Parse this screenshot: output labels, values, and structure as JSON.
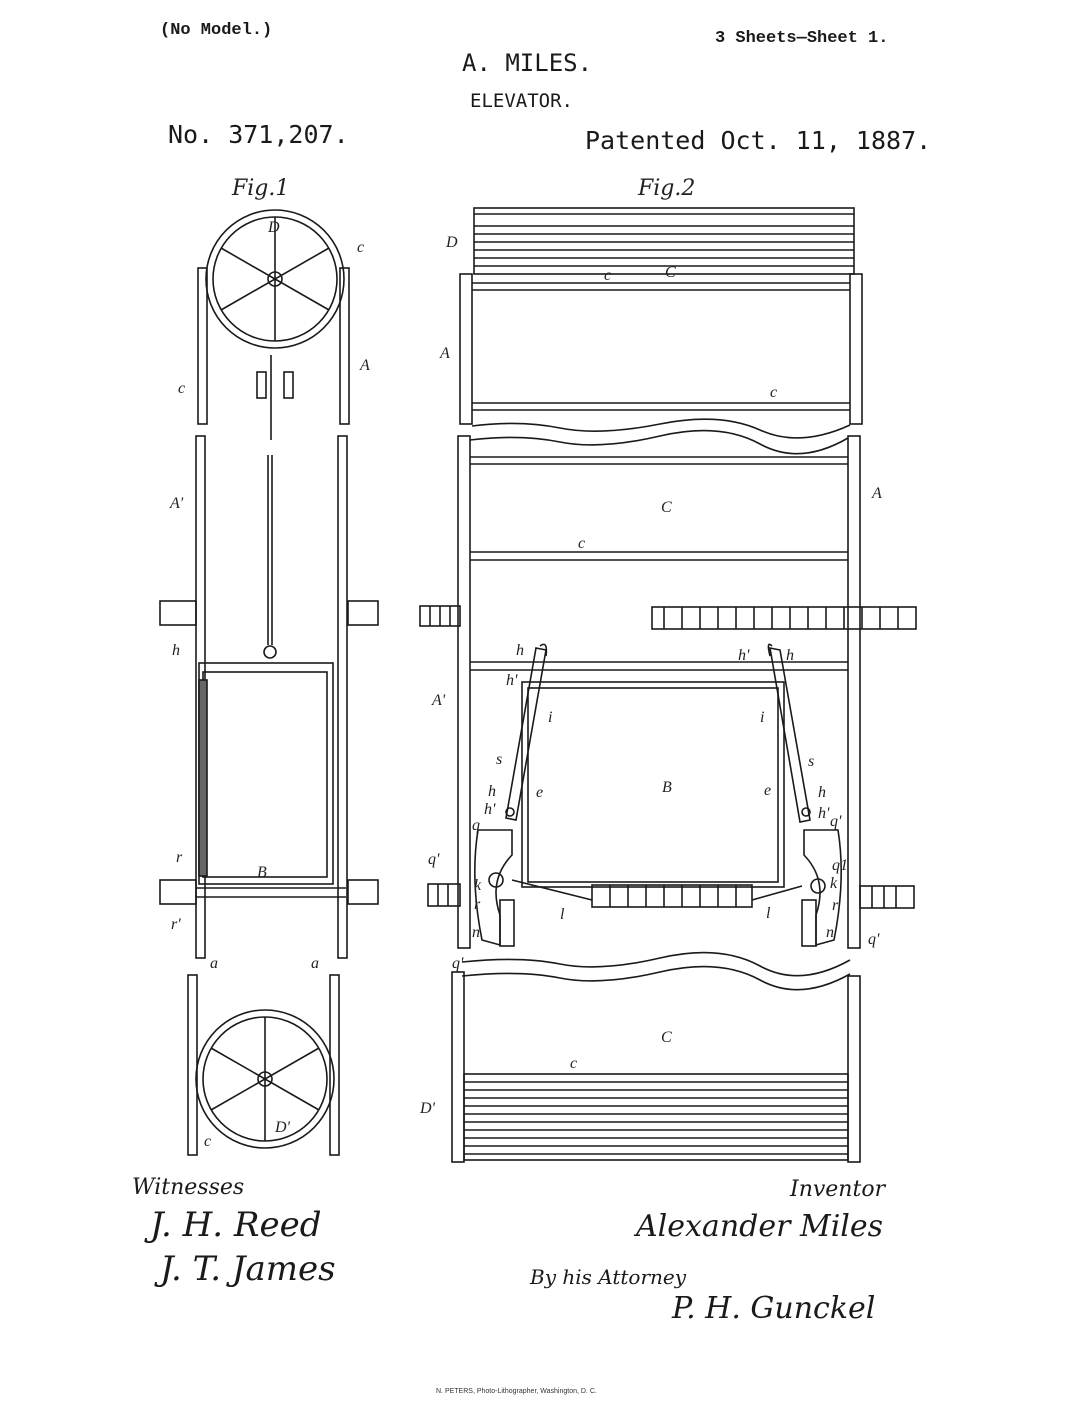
{
  "header": {
    "model_note": "(No Model.)",
    "sheets": "3 Sheets—Sheet 1.",
    "inventor_name": "A. MILES.",
    "title": "ELEVATOR.",
    "patent_number": "No. 371,207.",
    "patent_date": "Patented Oct. 11, 1887."
  },
  "figures": {
    "fig1_caption": "Fig.1",
    "fig2_caption": "Fig.2"
  },
  "fig1_labels": {
    "D": "D",
    "C_upper": "c",
    "A": "A",
    "C_left": "c",
    "A_prime": "A'",
    "h": "h",
    "r": "r",
    "B": "B",
    "r_prime": "r'",
    "a_left": "a",
    "a_right": "a",
    "D_prime": "D'",
    "c_bottom": "c"
  },
  "fig2_labels": {
    "D": "D",
    "c1": "c",
    "C1": "C",
    "A_left": "A",
    "c2": "c",
    "C2": "C",
    "c3": "c",
    "A_right": "A",
    "A_prime": "A'",
    "h_l": "h",
    "h1_l": "h'",
    "i_l": "i",
    "s_l": "s",
    "h2_l": "h",
    "h3_l": "h'",
    "e_l": "e",
    "q_l": "q",
    "q1_l": "q'",
    "k_l": "k",
    "r_l": "r",
    "n_l": "n",
    "l_l": "l",
    "B": "B",
    "h_r": "h",
    "h1_r": "h'",
    "i_r": "i",
    "s_r": "s",
    "e_r": "e",
    "h2_r": "h",
    "h3_r": "h'",
    "q_r": "q'",
    "q1_r": "q1",
    "k_r": "k",
    "r_r": "r",
    "n_r": "n",
    "l_r": "l",
    "q2_r": "q'",
    "q3_l": "q'",
    "C3": "C",
    "c4": "c",
    "D_prime": "D'"
  },
  "signatures": {
    "witnesses_label": "Witnesses",
    "witness1": "J. H. Reed",
    "witness2": "J. T. James",
    "inventor_label": "Inventor",
    "inventor_signature": "Alexander Miles",
    "attorney_line": "By his Attorney",
    "attorney_signature": "P. H. Gunckel"
  },
  "footer": {
    "imprint": "N. PETERS, Photo-Lithographer, Washington, D. C."
  }
}
